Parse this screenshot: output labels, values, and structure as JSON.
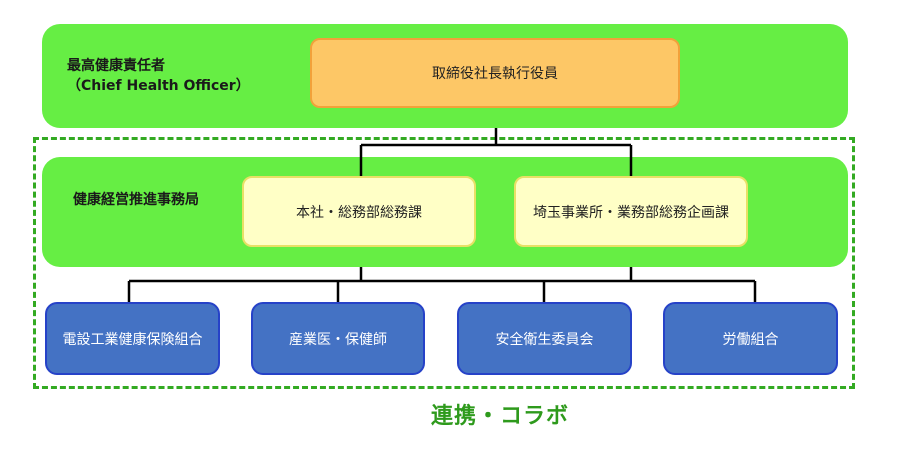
{
  "officer": {
    "label": "最高健康責任者\n（Chief Health Officer）",
    "box": "取締役社長執行役員"
  },
  "office": {
    "label": "健康経営推進事務局",
    "boxes": [
      "本社・総務部総務課",
      "埼玉事業所・業務部総務企画課"
    ]
  },
  "partners": [
    "電設工業健康保険組合",
    "産業医・保健師",
    "安全衛生委員会",
    "労働組合"
  ],
  "collaboration": "連携・コラボ",
  "colors": {
    "band": "#66ee44",
    "exec_box": "#fdc766",
    "office_box": "#ffffc6",
    "partner_box": "#4472c4",
    "dashed_border": "#33aa22",
    "collab_text": "#2e9a1c"
  }
}
